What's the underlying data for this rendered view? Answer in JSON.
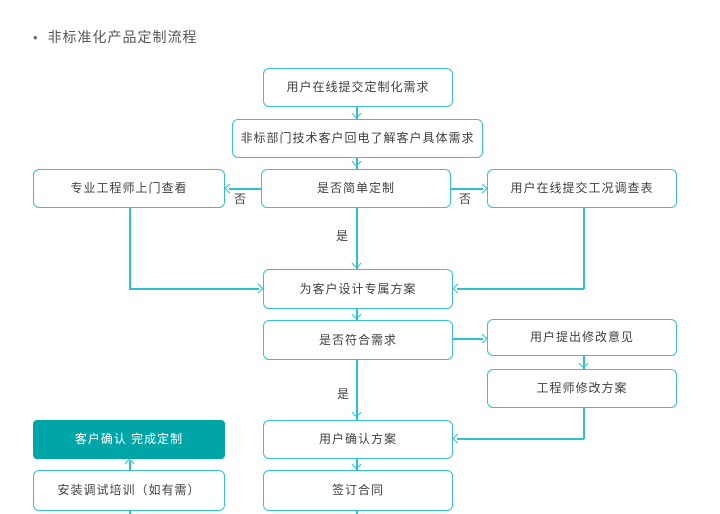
{
  "title": {
    "bullet": "•",
    "text": "非标准化产品定制流程"
  },
  "colors": {
    "line": "#2fbfcd",
    "box_border": "#38c2d0",
    "accent_fill": "#00a5a8",
    "text": "#3f3f3f"
  },
  "nodes": {
    "submit": {
      "label": "用户在线提交定制化需求"
    },
    "callback": {
      "label": "非标部门技术客户回电了解客户具体需求"
    },
    "engineer_visit": {
      "label": "专业工程师上门查看"
    },
    "simple_custom": {
      "label": "是否简单定制"
    },
    "survey": {
      "label": "用户在线提交工况调查表"
    },
    "design": {
      "label": "为客户设计专属方案"
    },
    "meet_req": {
      "label": "是否符合需求"
    },
    "feedback": {
      "label": "用户提出修改意见"
    },
    "revise": {
      "label": "工程师修改方案"
    },
    "confirm_done": {
      "label": "客户确认 完成定制"
    },
    "confirm_plan": {
      "label": "用户确认方案"
    },
    "install": {
      "label": "安装调试培训（如有需）"
    },
    "contract": {
      "label": "签订合同"
    }
  },
  "edge_labels": {
    "no_left": "否",
    "no_right": "否",
    "yes_top": "是",
    "yes_bottom": "是"
  }
}
